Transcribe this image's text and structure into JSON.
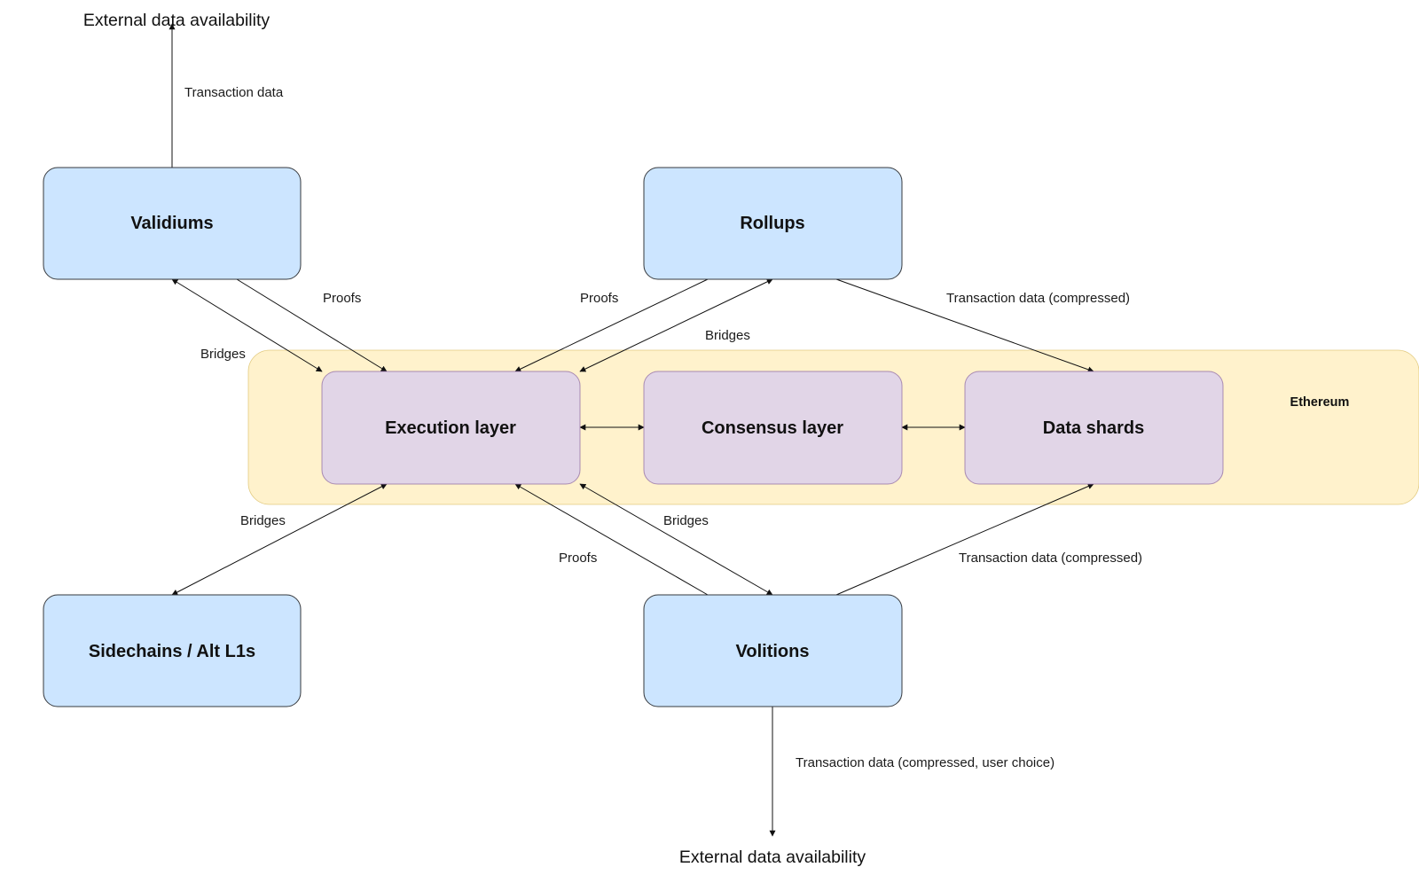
{
  "ethereum": {
    "label": "Ethereum"
  },
  "nodes": {
    "validiums": "Validiums",
    "rollups": "Rollups",
    "execution": "Execution layer",
    "consensus": "Consensus layer",
    "shards": "Data shards",
    "sidechains": "Sidechains / Alt L1s",
    "volitions": "Volitions"
  },
  "external": {
    "top": "External data availability",
    "bottom": "External data availability"
  },
  "edges": {
    "validium_tx": "Transaction data",
    "validium_proofs": "Proofs",
    "validium_bridges": "Bridges",
    "rollup_proofs": "Proofs",
    "rollup_bridges": "Bridges",
    "rollup_tx": "Transaction data (compressed)",
    "sidechain_bridges": "Bridges",
    "volition_proofs": "Proofs",
    "volition_bridges": "Bridges",
    "volition_tx": "Transaction data (compressed)",
    "volition_external": "Transaction data (compressed, user choice)"
  },
  "colors": {
    "ethereum_fill": "#fff2cc",
    "l2_fill": "#cce5ff",
    "eth_layer_fill": "#e1d5e7",
    "edge": "#111111"
  }
}
